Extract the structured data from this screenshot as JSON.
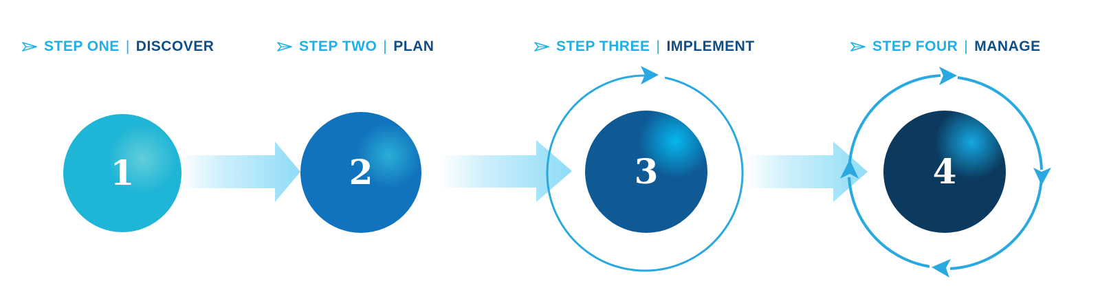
{
  "steps": [
    {
      "label": "STEP ONE",
      "name": "DISCOVER",
      "number": "1"
    },
    {
      "label": "STEP TWO",
      "name": "PLAN",
      "number": "2"
    },
    {
      "label": "STEP THREE",
      "name": "IMPLEMENT",
      "number": "3"
    },
    {
      "label": "STEP FOUR",
      "name": "MANAGE",
      "number": "4"
    }
  ],
  "separator": "|",
  "colors": {
    "label": "#1fb0e6",
    "name": "#0f4e86",
    "ring": "#2aa8e0",
    "arrow": "#8fdcf7",
    "circle1": "#1fb5d6",
    "circle2": "#1173bd",
    "circle3": "#0f5a95",
    "circle4": "#0c3a5e"
  },
  "icons": {
    "heading": "paper-plane-icon",
    "cycle": "cycle-arrows-icon"
  }
}
